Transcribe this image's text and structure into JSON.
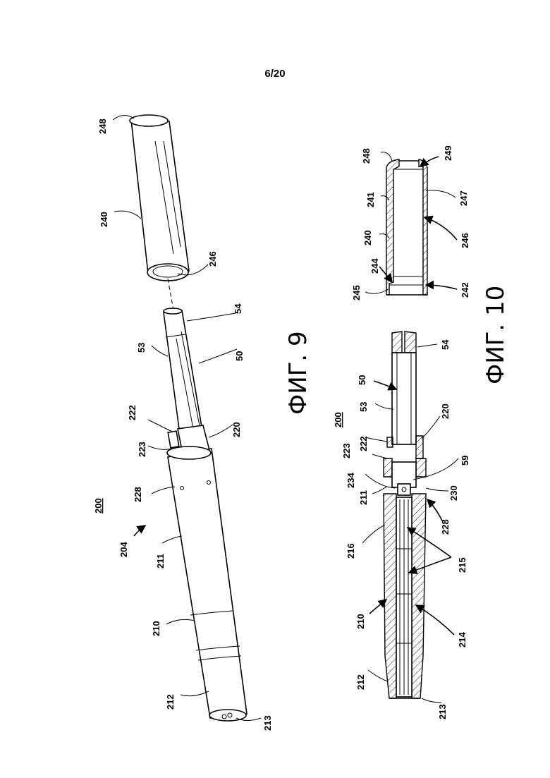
{
  "sheet_number": "6/20",
  "figures": [
    {
      "id": "fig9",
      "caption": "ФИГ. 9"
    },
    {
      "id": "fig10",
      "caption": "ФИГ. 10"
    }
  ],
  "fig9_refs": {
    "r248": "248",
    "r240": "240",
    "r246": "246",
    "r54": "54",
    "r53": "53",
    "r50": "50",
    "r222": "222",
    "r223": "223",
    "r220": "220",
    "r228": "228",
    "r200": "200",
    "r204": "204",
    "r211": "211",
    "r210": "210",
    "r212": "212",
    "r213": "213"
  },
  "fig10_refs": {
    "r248": "248",
    "r249": "249",
    "r241": "241",
    "r247": "247",
    "r240": "240",
    "r246": "246",
    "r244": "244",
    "r245": "245",
    "r242": "242",
    "r54": "54",
    "r50": "50",
    "r53": "53",
    "r200": "200",
    "r223": "223",
    "r222": "222",
    "r220": "220",
    "r59": "59",
    "r234": "234",
    "r211": "211",
    "r230": "230",
    "r228": "228",
    "r216": "216",
    "r215": "215",
    "r210": "210",
    "r214": "214",
    "r212": "212",
    "r213": "213"
  }
}
